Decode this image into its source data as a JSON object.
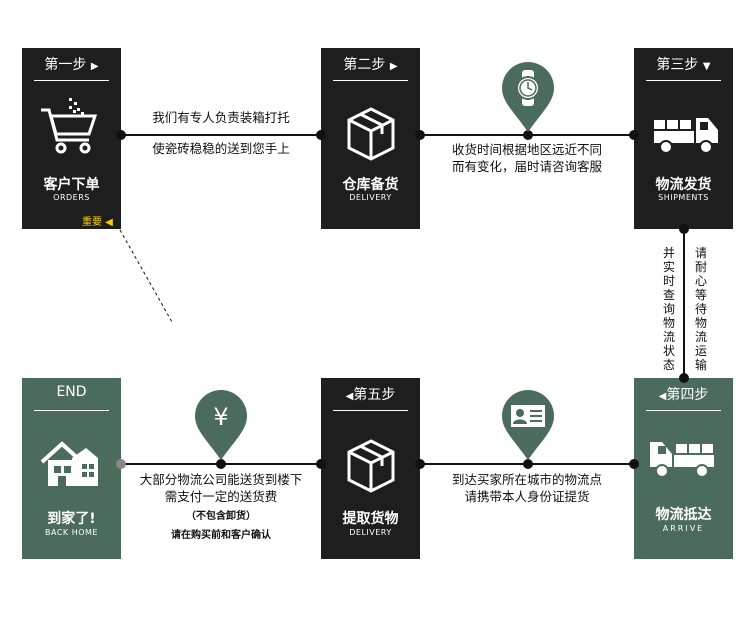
{
  "steps": {
    "s1": {
      "step": "第一步",
      "arrow": "▶",
      "title": "客户下单",
      "sub": "ORDERS",
      "note": "重要 ◀",
      "icon": "shopping-cart-icon"
    },
    "s2": {
      "step": "第二步",
      "arrow": "▶",
      "title": "仓库备货",
      "sub": "DELIVERY",
      "icon": "package-box-icon"
    },
    "s3": {
      "step": "第三步",
      "arrow": "▼",
      "title": "物流发货",
      "sub": "SHIPMENTS",
      "icon": "truck-icon"
    },
    "s4": {
      "step": "第四步",
      "arrow": "◀",
      "title": "物流抵达",
      "sub": "ARRIVE",
      "icon": "truck-icon"
    },
    "s5": {
      "step": "第五步",
      "arrow": "◀",
      "title": "提取货物",
      "sub": "DELIVERY",
      "icon": "package-box-icon"
    },
    "s6": {
      "step": "END",
      "title": "到家了!",
      "sub": "BACK HOME",
      "icon": "house-icon"
    }
  },
  "connectors": {
    "c12": {
      "line1": "我们有专人负责装箱打托",
      "line2": "使瓷砖稳稳的送到您手上"
    },
    "c23": {
      "line1": "收货时间根据地区远近不同",
      "line2": "而有变化，届时请咨询客服",
      "icon": "watch-icon"
    },
    "c34": {
      "left": "并实时查询物流状态",
      "right": "请耐心等待物流运输"
    },
    "c45": {
      "line1": "到达买家所在城市的物流点",
      "line2": "请携带本人身份证提货",
      "icon": "id-card-icon"
    },
    "c56": {
      "line1": "大部分物流公司能送货到楼下",
      "line2": "需支付一定的送货费",
      "line3": "（不包含卸货）",
      "line4": "请在购买前和客户确认",
      "icon": "yen-icon"
    }
  },
  "colors": {
    "dark": "#1e1e1e",
    "green": "#4b6b5c",
    "note": "#f5d000"
  }
}
